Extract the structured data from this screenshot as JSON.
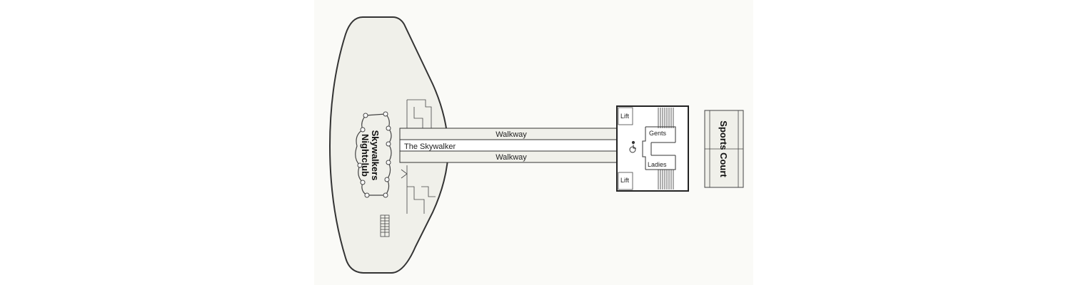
{
  "colors": {
    "background": "#ffffff",
    "canvas": "#fafaf7",
    "deck_fill": "#f0f0ea",
    "outline": "#333333"
  },
  "nightclub": {
    "label_line1": "Skywalkers",
    "label_line2": "Nightclub"
  },
  "walkway_top": {
    "label": "Walkway"
  },
  "skywalker_corridor": {
    "label": "The Skywalker"
  },
  "walkway_bottom": {
    "label": "Walkway"
  },
  "lift_top": {
    "label": "Lift"
  },
  "lift_bottom": {
    "label": "Lift"
  },
  "gents": {
    "label": "Gents"
  },
  "ladies": {
    "label": "Ladies"
  },
  "sports_court": {
    "label": "Sports Court"
  },
  "icons": {
    "accessible_restroom": "accessible-icon",
    "stairs": "stairs-icon"
  }
}
